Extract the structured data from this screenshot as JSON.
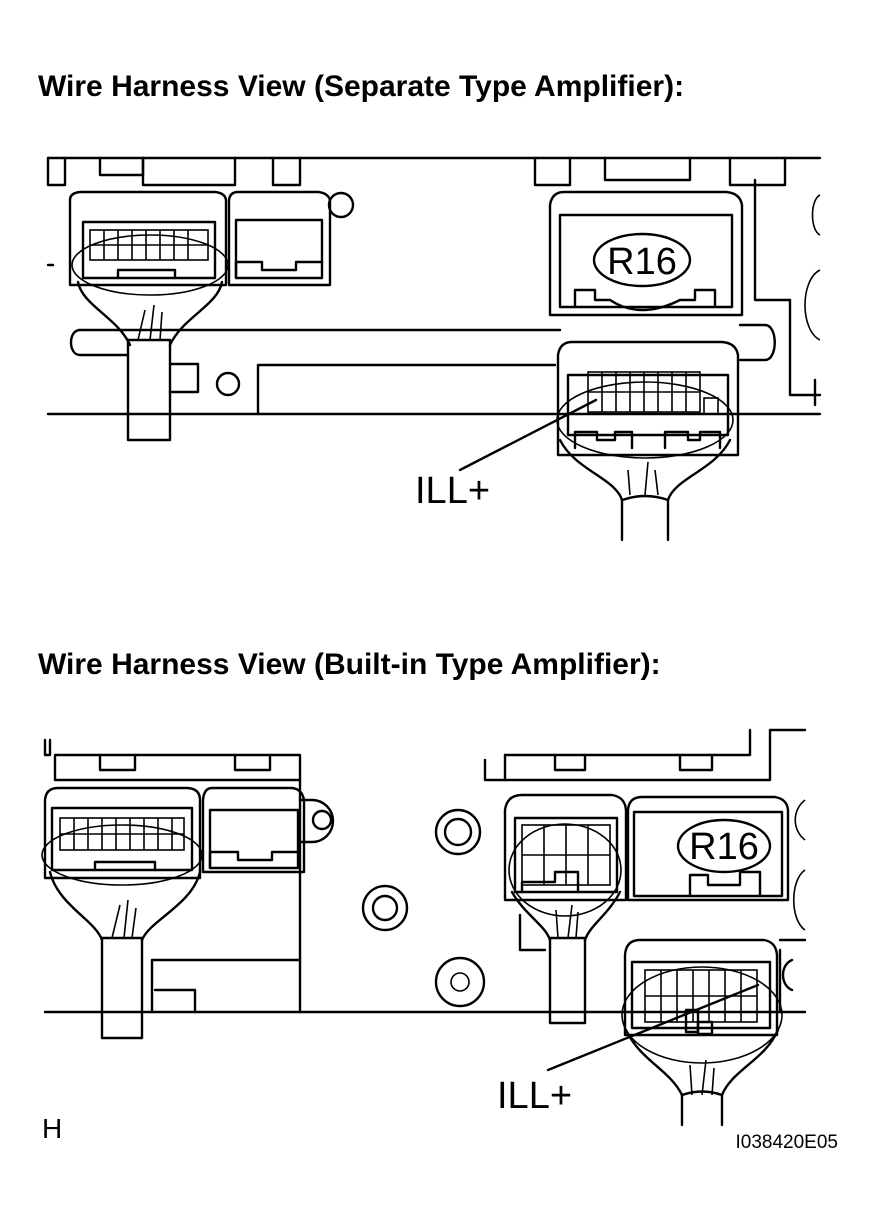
{
  "sections": [
    {
      "title": "Wire Harness View (Separate Type Amplifier):",
      "connector_label": "R16",
      "pointer_label": "ILL+"
    },
    {
      "title": "Wire Harness View (Built-in Type Amplifier):",
      "connector_label": "R16",
      "pointer_label": "ILL+"
    }
  ],
  "footer": {
    "corner_mark": "H",
    "figure_id": "I038420E05"
  }
}
